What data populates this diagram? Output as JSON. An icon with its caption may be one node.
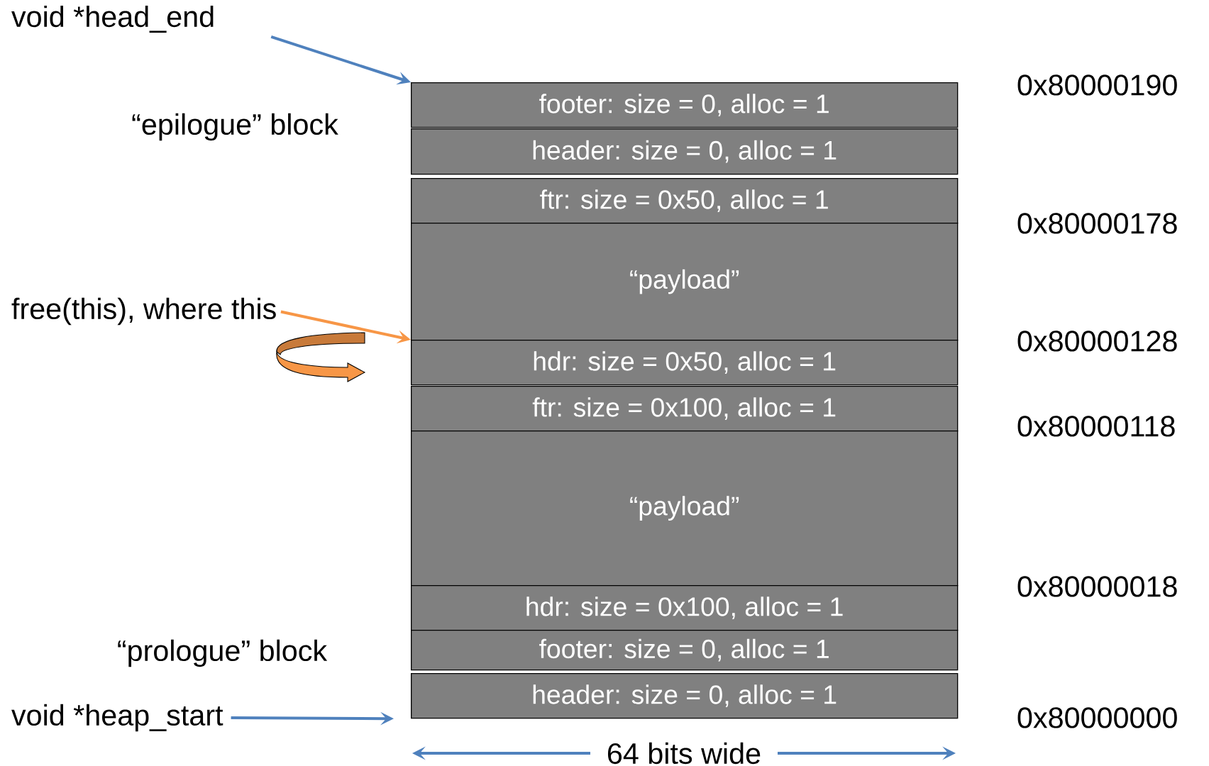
{
  "diagram": {
    "nodes": [
      {
        "text": [
          "void *head_end"
        ]
      },
      {
        "text": [
          "footer: size = 0, alloc = 1"
        ]
      },
      {
        "text": [
          "header: size = 0, alloc = 1"
        ]
      },
      {
        "text": [
          "ftr: size = 0x50, alloc = 1"
        ]
      },
      {
        "text": [
          "“payload”"
        ]
      },
      {
        "text": [
          "hdr: size = 0x50, alloc = 1"
        ]
      },
      {
        "text": [
          "ftr: size = 0x100, alloc = 1"
        ]
      },
      {
        "text": [
          "“payload”"
        ]
      },
      {
        "text": [
          "hdr: size = 0x100, alloc = 1"
        ]
      },
      {
        "text": [
          "footer: size = 0, alloc = 1"
        ]
      },
      {
        "text": [
          "header: size = 0, alloc = 1"
        ]
      },
      {
        "text": [
          "free(this), where this"
        ]
      },
      {
        "text": [
          "void *heap_start"
        ]
      }
    ],
    "edges": [
      {
        "from": 0,
        "to": 1,
        "arrow": "to"
      },
      {
        "from": 11,
        "to": 5,
        "arrow": "to",
        "color": "#f79646"
      },
      {
        "from": 12,
        "to": 10,
        "arrow": "to"
      }
    ],
    "labels": [
      "“epilogue” block",
      "0x80000190",
      "0x80000178",
      "0x80000128",
      "0x80000118",
      "0x80000018",
      "“prologue” block",
      "0x80000000",
      "64 bits wide"
    ]
  }
}
